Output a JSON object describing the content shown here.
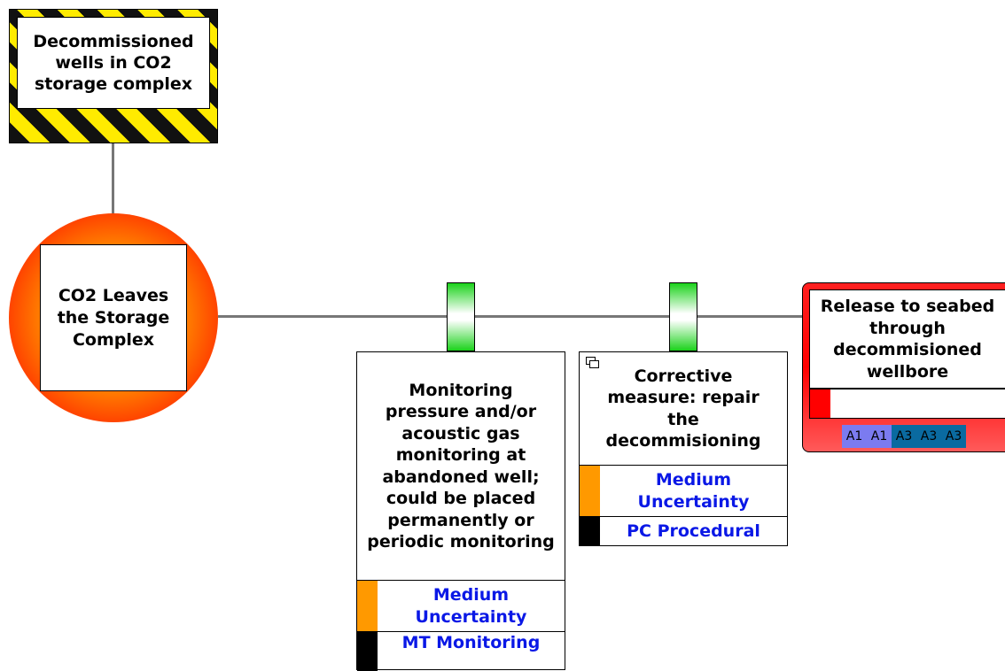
{
  "hazard": {
    "label": "Decommissioned wells in CO2 storage complex"
  },
  "top_event": {
    "label": "CO2 Leaves the Storage Complex"
  },
  "barriers": [
    {
      "label": "Monitoring pressure and/or acoustic gas monitoring at abandoned well; could be placed permanently or periodic monitoring",
      "effectiveness": "Medium Uncertainty",
      "effectiveness_color": "#ff9900",
      "type": "MT Monitoring",
      "type_color": "#000000",
      "status_color": "#1bd21b"
    },
    {
      "label": "Corrective measure: repair the decommisioning",
      "effectiveness": "Medium Uncertainty",
      "effectiveness_color": "#ff9900",
      "type": "PC Procedural",
      "type_color": "#000000",
      "status_color": "#1bd21b",
      "icon": "linked-copy-icon"
    }
  ],
  "consequence": {
    "label": "Release to seabed through decommisioned wellbore",
    "risk_cells": [
      {
        "label": "A1",
        "color": "#7b7bf0"
      },
      {
        "label": "A1",
        "color": "#7b7bf0"
      },
      {
        "label": "A3",
        "color": "#0a6aa0"
      },
      {
        "label": "A3",
        "color": "#0a6aa0"
      },
      {
        "label": "A3",
        "color": "#0a6aa0"
      }
    ]
  },
  "colors": {
    "hazard_stripe_dark": "#111111",
    "hazard_stripe_light": "#ffeb00",
    "connector": "#777777",
    "consequence_red": "#ff0000"
  }
}
